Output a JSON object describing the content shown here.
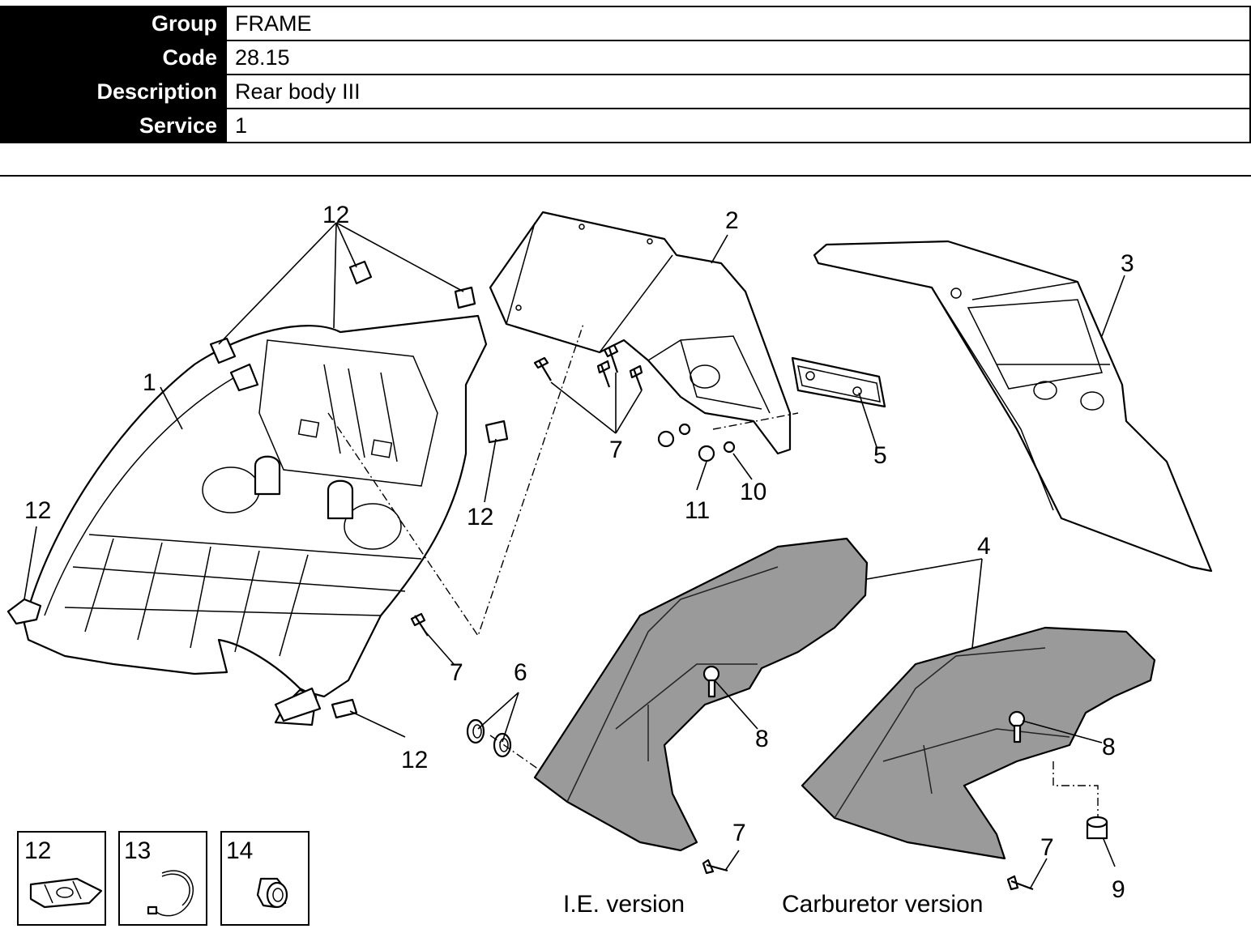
{
  "header": {
    "rows": [
      {
        "label": "Group",
        "value": "FRAME"
      },
      {
        "label": "Code",
        "value": "28.15"
      },
      {
        "label": "Description",
        "value": "Rear body III"
      },
      {
        "label": "Service",
        "value": "1"
      }
    ]
  },
  "diagram": {
    "callouts": {
      "c1": "1",
      "c2": "2",
      "c3": "3",
      "c4": "4",
      "c5": "5",
      "c6": "6",
      "c7a": "7",
      "c7b": "7",
      "c7c": "7",
      "c7d": "7",
      "c8a": "8",
      "c8b": "8",
      "c9": "9",
      "c10": "10",
      "c11": "11",
      "c12a": "12",
      "c12b": "12",
      "c12c": "12",
      "c12d": "12"
    },
    "captions": {
      "ie": "I.E. version",
      "carb": "Carburetor version"
    },
    "legend": [
      {
        "number": "12",
        "icon": "speed-nut-icon"
      },
      {
        "number": "13",
        "icon": "hose-clamp-icon"
      },
      {
        "number": "14",
        "icon": "grommet-icon"
      }
    ]
  }
}
